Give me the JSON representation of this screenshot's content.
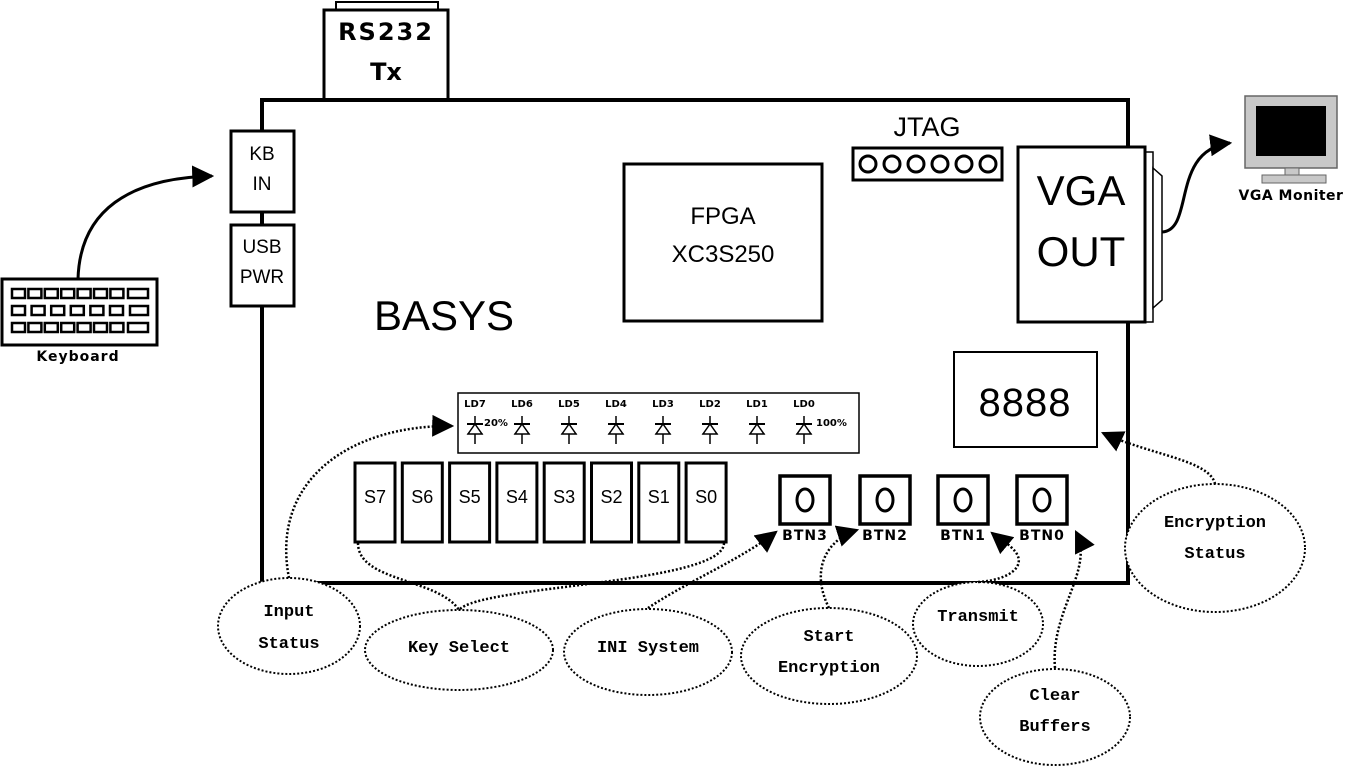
{
  "board": {
    "name": "BASYS",
    "fpga_line1": "FPGA",
    "fpga_line2": "XC3S250",
    "jtag": "JTAG",
    "kb_line1": "KB",
    "kb_line2": "IN",
    "usb_line1": "USB",
    "usb_line2": "PWR",
    "vga_line1": "VGA",
    "vga_line2": "OUT",
    "seven_seg": "8888"
  },
  "rs232": {
    "line1": "RS232",
    "line2": "Tx"
  },
  "peripherals": {
    "keyboard": "Keyboard",
    "monitor": "VGA Moniter"
  },
  "leds": {
    "labels": [
      "LD7",
      "LD6",
      "LD5",
      "LD4",
      "LD3",
      "LD2",
      "LD1",
      "LD0"
    ],
    "left_percent": "20%",
    "right_percent": "100%"
  },
  "switches": [
    "S7",
    "S6",
    "S5",
    "S4",
    "S3",
    "S2",
    "S1",
    "S0"
  ],
  "buttons": [
    "BTN3",
    "BTN2",
    "BTN1",
    "BTN0"
  ],
  "callouts": {
    "input_status_1": "Input",
    "input_status_2": "Status",
    "key_select": "Key Select",
    "ini_system": "INI System",
    "start_encryption_1": "Start",
    "start_encryption_2": "Encryption",
    "transmit": "Transmit",
    "clear_buffers_1": "Clear",
    "clear_buffers_2": "Buffers",
    "encryption_status_1": "Encryption",
    "encryption_status_2": "Status"
  },
  "colors": {
    "line": "#000000",
    "monitor_body": "#c8c8c8",
    "background": "#ffffff"
  }
}
